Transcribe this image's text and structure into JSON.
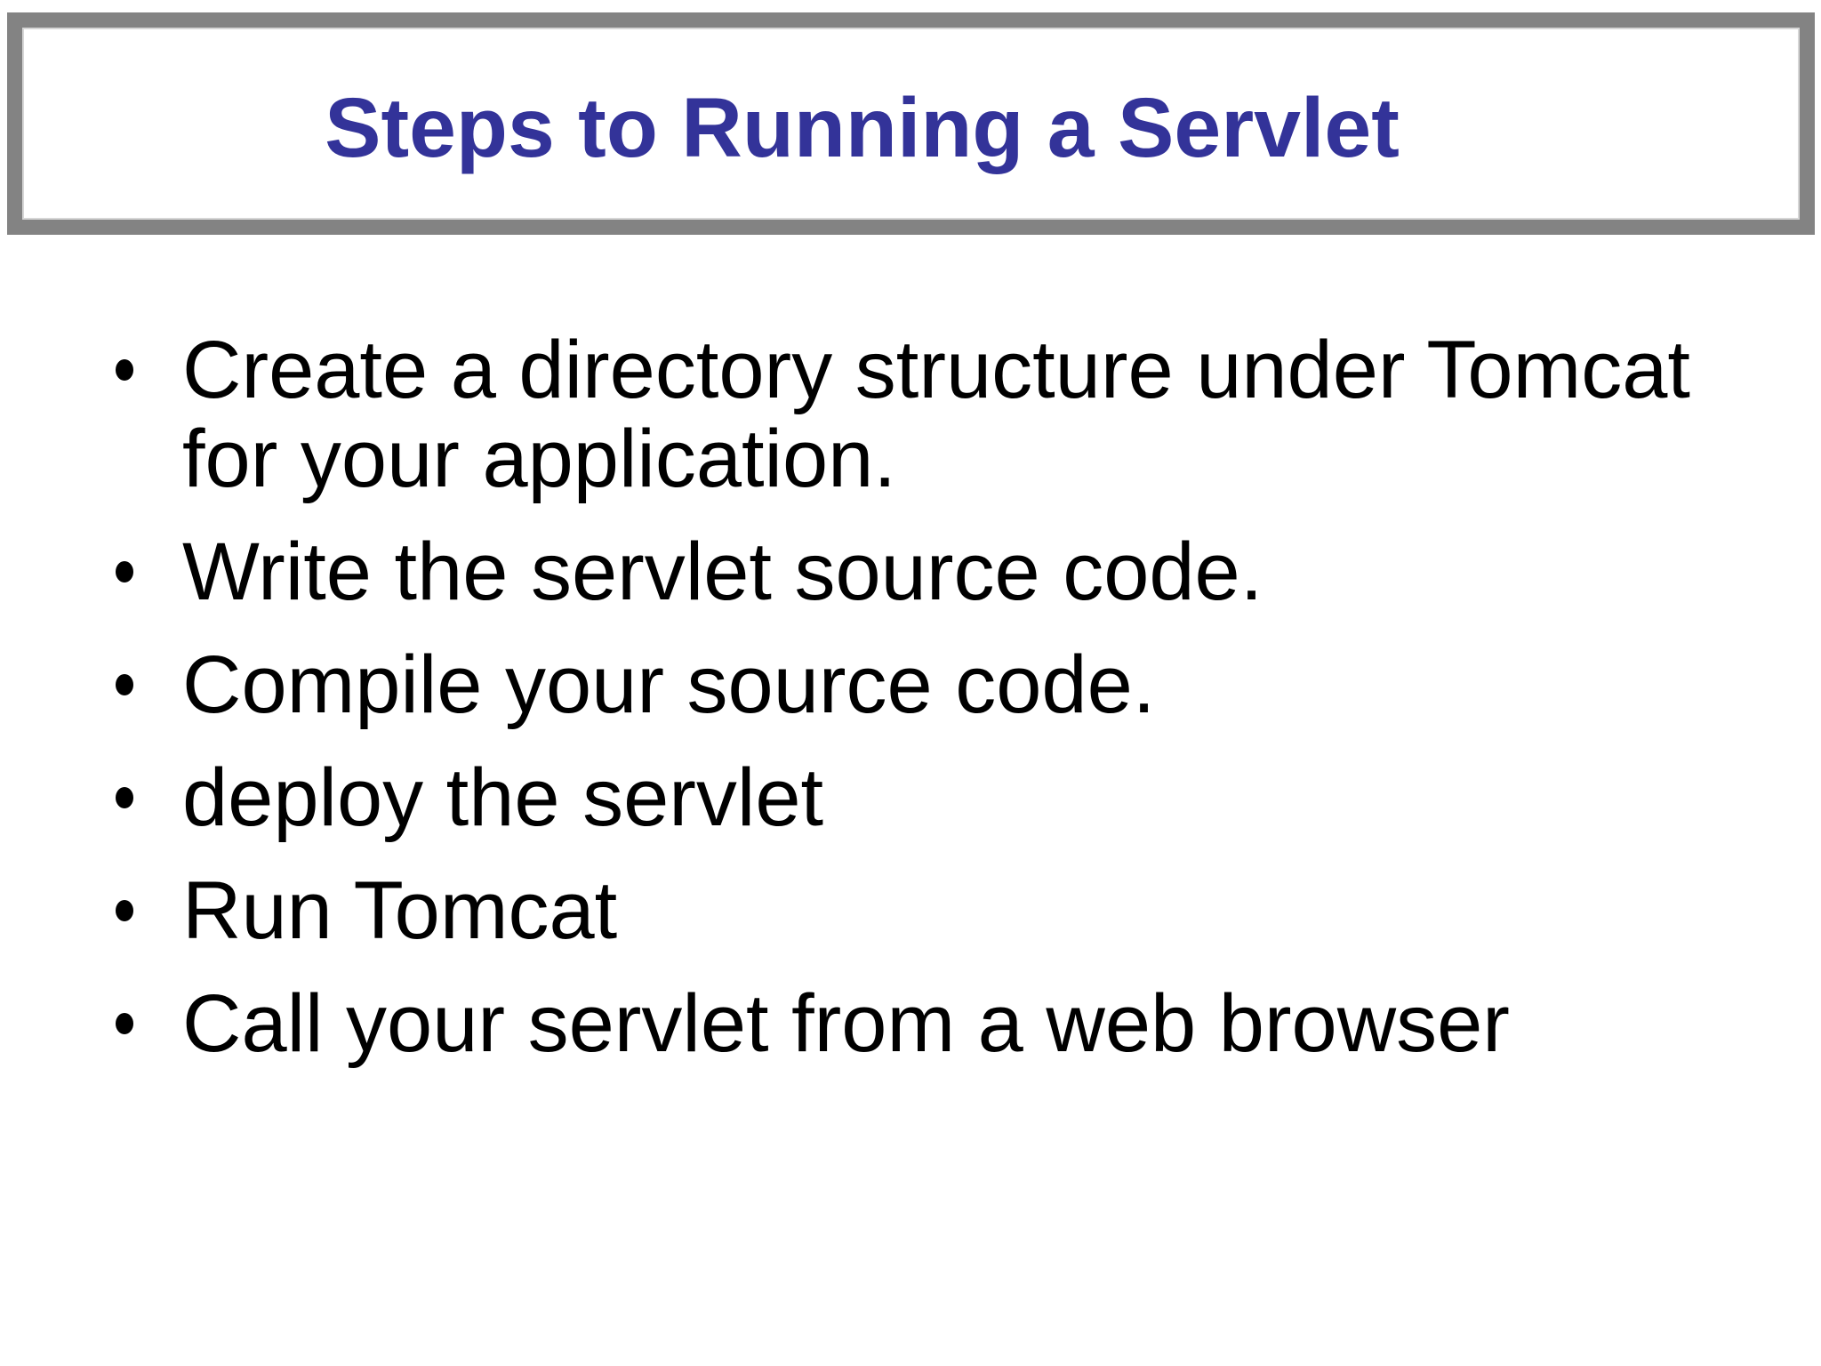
{
  "slide": {
    "title": "Steps to Running a Servlet",
    "bullets": [
      "Create a directory structure under Tomcat\nfor your application.",
      "Write the servlet source code.",
      "Compile your source code.",
      "deploy the servlet",
      "Run Tomcat",
      "Call your servlet from a web browser"
    ],
    "colors": {
      "title": "#333399",
      "frame": "#838383",
      "text": "#000000",
      "background": "#ffffff"
    }
  }
}
